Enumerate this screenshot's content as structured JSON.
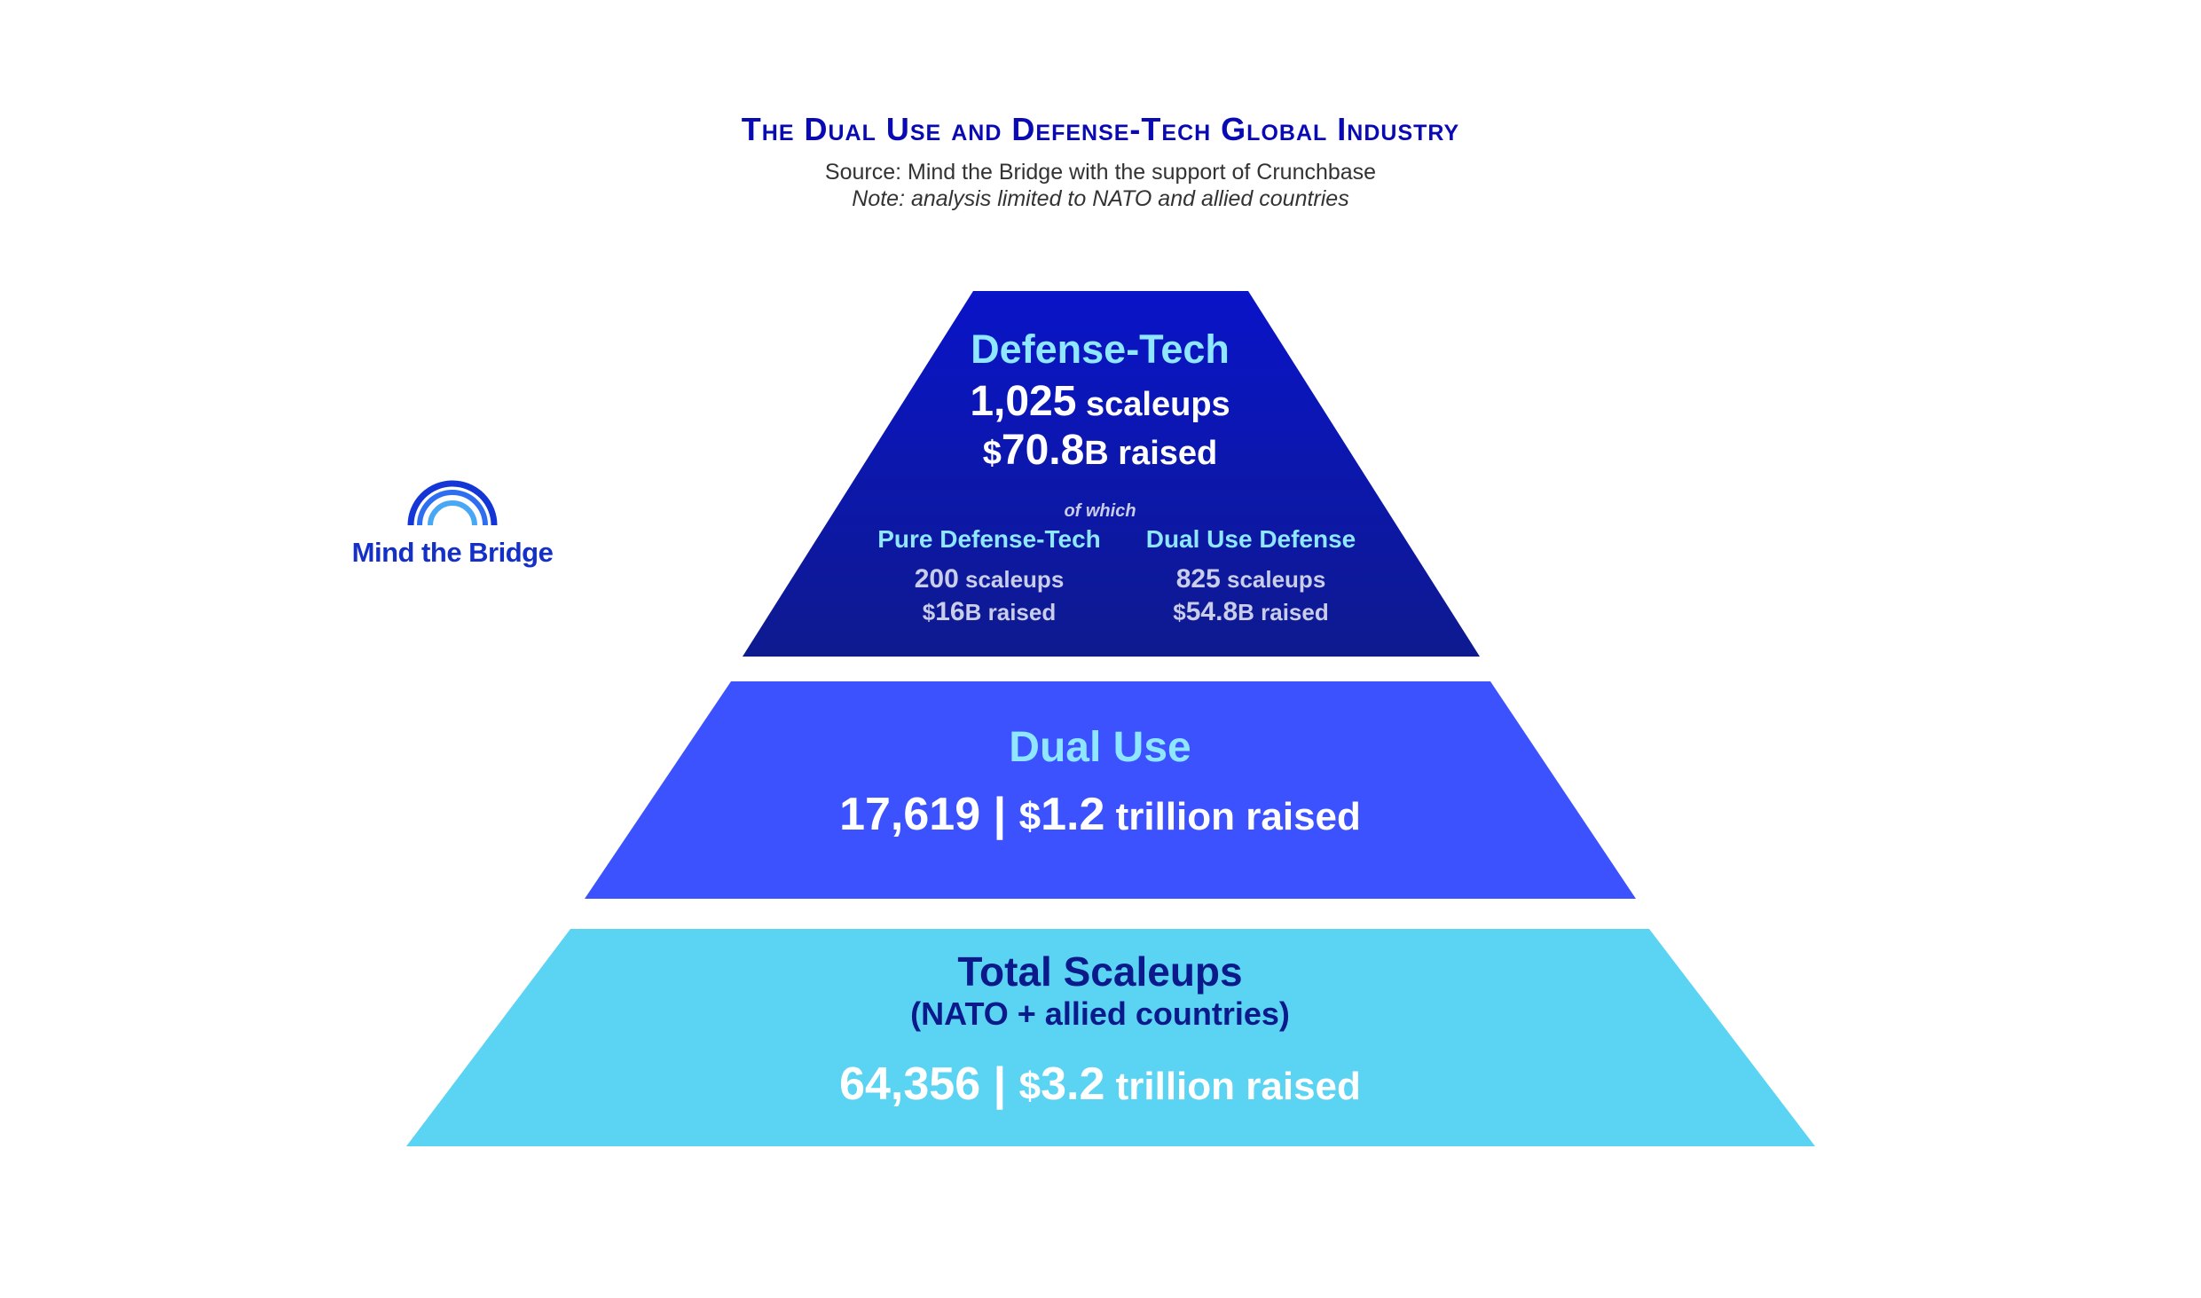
{
  "header": {
    "title": "The Dual Use and Defense-Tech Global Industry",
    "source": "Source: Mind the Bridge with the support of Crunchbase",
    "note": "Note: analysis limited to NATO and allied countries"
  },
  "logo": {
    "text": "Mind the Bridge",
    "icon": "bridge-arch-icon"
  },
  "colors": {
    "title": "#0a0ab4",
    "defense_tech_tier": "#0a14b0",
    "dual_use_tier": "#3d52ff",
    "total_tier": "#5bd3f2",
    "highlight_text": "#8ee6ff",
    "dark_text": "#0b1a8a"
  },
  "tiers": {
    "defense_tech": {
      "name": "Defense-Tech",
      "scaleups_num": "1,025",
      "scaleups_label": " scaleups",
      "raised_prefix": "$",
      "raised_num": "70.8",
      "raised_suffix": "B raised",
      "of_which": "of which",
      "pure": {
        "name": "Pure Defense-Tech",
        "scaleups_num": "200",
        "scaleups_label": " scaleups",
        "raised_prefix": "$",
        "raised_num": "16",
        "raised_suffix": "B raised"
      },
      "dual_use_defense": {
        "name": "Dual Use Defense",
        "scaleups_num": "825",
        "scaleups_label": " scaleups",
        "raised_prefix": "$",
        "raised_num": "54.8",
        "raised_suffix": "B raised"
      }
    },
    "dual_use": {
      "name": "Dual Use",
      "count": "17,619",
      "separator": " | ",
      "raised_prefix": "$",
      "raised_num": "1.2",
      "raised_suffix": " trillion raised"
    },
    "total": {
      "name": "Total Scaleups",
      "subtitle": "(NATO + allied countries)",
      "count": "64,356",
      "separator": " | ",
      "raised_prefix": "$",
      "raised_num": "3.2",
      "raised_suffix": " trillion raised"
    }
  }
}
